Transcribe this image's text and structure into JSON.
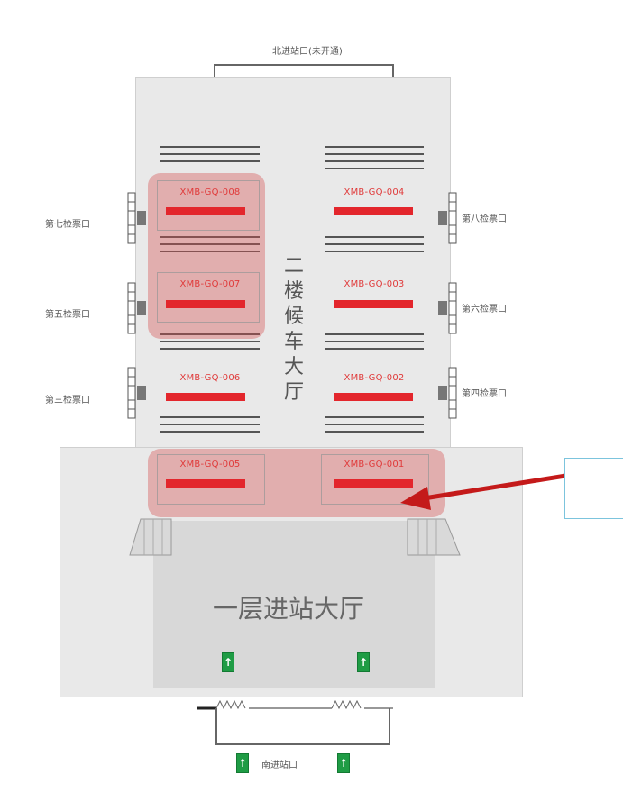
{
  "north_entrance": "北进站口(未开通)",
  "south_entrance": "南进站口",
  "hall_upper": "二楼候车大厅",
  "hall_lower": "一层进站大厅",
  "gates": {
    "gate7": "第七检票口",
    "gate5": "第五检票口",
    "gate3": "第三检票口",
    "gate8": "第八检票口",
    "gate6": "第六检票口",
    "gate4": "第四检票口"
  },
  "zones": {
    "z008": "XMB-GQ-008",
    "z007": "XMB-GQ-007",
    "z006": "XMB-GQ-006",
    "z005": "XMB-GQ-005",
    "z004": "XMB-GQ-004",
    "z003": "XMB-GQ-003",
    "z002": "XMB-GQ-002",
    "z001": "XMB-GQ-001"
  },
  "colors": {
    "highlight": "#d64e4e",
    "bar": "#e3262c",
    "arrow": "#c41a1a",
    "exit_sign": "#1f9c45",
    "callout_border": "#7cc4dd"
  },
  "icons": {
    "exit": "exit-sign-icon",
    "arrow": "red-arrow-icon",
    "turnstile": "ticket-gate-icon"
  }
}
